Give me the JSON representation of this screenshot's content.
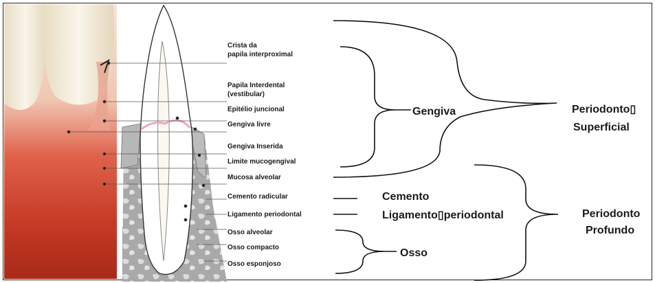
{
  "figure_labels": {
    "l1a": "Crista da",
    "l1b": "papila interproximal",
    "l2a": "Papila Interdental",
    "l2b": "(vestibular)",
    "l3": "Epitélio juncional",
    "l4": "Gengiva livre",
    "l5": "Gengiva Inserida",
    "l6": "Limite mucogengival",
    "l7": "Mucosa alveolar",
    "l8": "Cemento radicular",
    "l9": "Ligamento periodontal",
    "l10": "Osso alveolar",
    "l11": "Osso compacto",
    "l12": "Osso esponjoso"
  },
  "groups": {
    "gengiva": "Gengiva",
    "cemento": "Cemento",
    "ligamento": "Ligamento▯periodontal",
    "osso": "Osso",
    "sup_a": "Periodonto▯",
    "sup_b": "Superficial",
    "prof_a": "Periodonto",
    "prof_b": "Profundo"
  },
  "colors": {
    "enamel": "#f3ecde",
    "gum": "#d94a32",
    "gum_light": "#f0b6a3",
    "bone": "#9a9a9a",
    "bracket": "#111111"
  }
}
